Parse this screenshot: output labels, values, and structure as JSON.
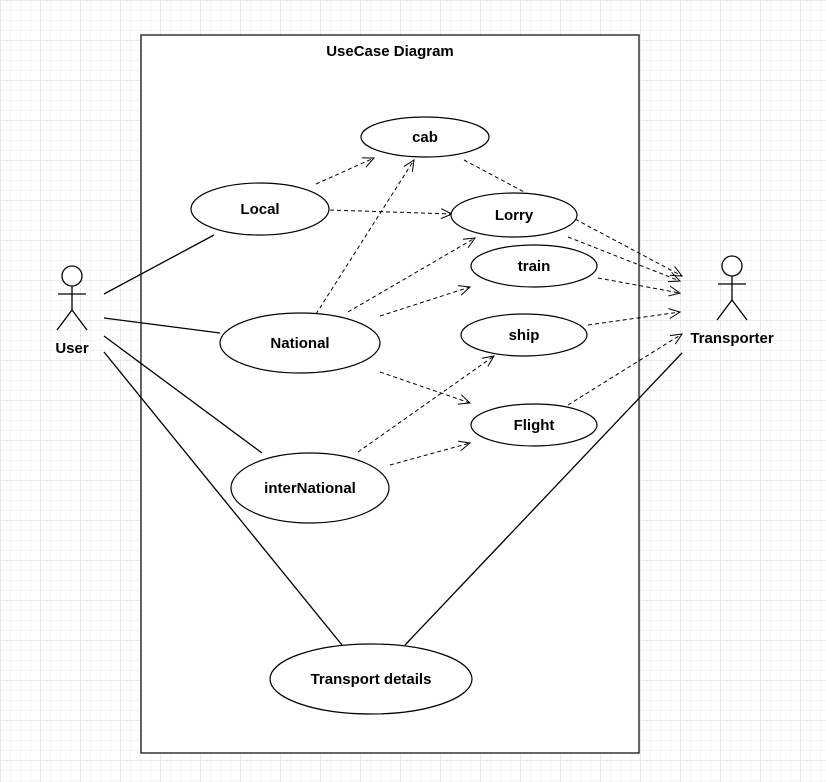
{
  "diagram": {
    "system_boundary_title": "UseCase Diagram",
    "actors": {
      "user": "User",
      "transporter": "Transporter"
    },
    "use_cases": {
      "cab": "cab",
      "local": "Local",
      "lorry": "Lorry",
      "train": "train",
      "national": "National",
      "ship": "ship",
      "flight": "Flight",
      "international": "interNational",
      "transport_details": "Transport details"
    }
  }
}
